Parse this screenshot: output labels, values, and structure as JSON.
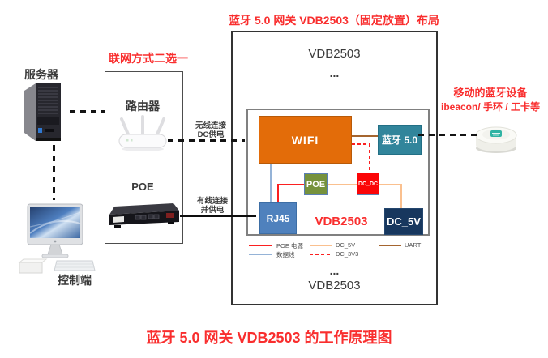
{
  "page": {
    "title_top": "蓝牙 5.0 网关 VDB2503（固定放置）布局",
    "caption": "蓝牙 5.0 网关 VDB2503 的工作原理图"
  },
  "left_column": {
    "server_label": "服务器",
    "terminal_label": "控制端"
  },
  "network_panel": {
    "heading": "联网方式二选一",
    "router_label": "路由器",
    "poe_label": "POE"
  },
  "connections": {
    "wireless_line1": "无线连接",
    "wireless_line2": "DC供电",
    "wired_line1": "有线连接",
    "wired_line2": "并供电"
  },
  "gateway": {
    "device_name_top": "VDB2503",
    "ellipsis_top": "...",
    "board_name": "VDB2503",
    "modules": {
      "wifi": "WIFI",
      "bluetooth": "蓝牙 5.0",
      "poe": "POE",
      "dc_dc": "DC_DC",
      "rj45": "RJ45",
      "dc_5v": "DC_5V"
    },
    "legend": [
      {
        "label": "POE 电源",
        "color": "#FB2020",
        "style": "solid"
      },
      {
        "label": "DC_5V",
        "color": "#FAC08F",
        "style": "solid"
      },
      {
        "label": "UART",
        "color": "#A5652F",
        "style": "solid"
      },
      {
        "label": "数据线",
        "color": "#95B3D7",
        "style": "solid"
      },
      {
        "label": "DC_3V3",
        "color": "#FB2020",
        "style": "dashed"
      }
    ],
    "ellipsis_bottom": "...",
    "device_name_bottom": "VDB2503"
  },
  "mobile_devices": {
    "heading": "移动的蓝牙设备",
    "subheading": "ibeacon/ 手环 / 工卡等"
  },
  "colors": {
    "accent_red": "#F92E2E",
    "wifi_orange": "#E36C09",
    "bluetooth_teal": "#31859B",
    "poe_green": "#76923C",
    "dcdc_red": "#FB0507",
    "rj45_blue": "#4F81BD",
    "dc5v_navy": "#17375E"
  }
}
